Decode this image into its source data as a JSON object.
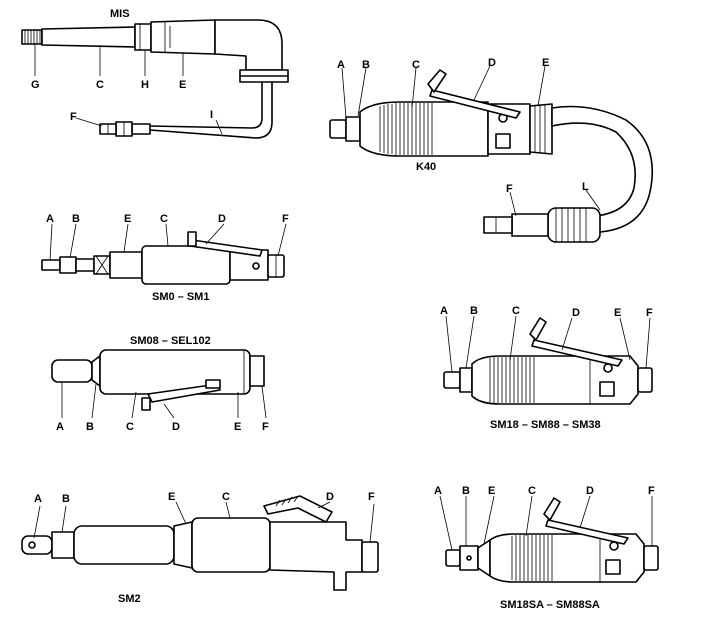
{
  "tools": {
    "mis": {
      "caption": "MIS",
      "labels": {
        "G": "G",
        "C": "C",
        "H": "H",
        "E": "E",
        "F": "F",
        "I": "I"
      }
    },
    "k40": {
      "caption": "K40",
      "labels": {
        "A": "A",
        "B": "B",
        "C": "C",
        "D": "D",
        "E": "E",
        "F": "F",
        "L": "L"
      }
    },
    "sm0": {
      "caption": "SM0  –  SM1",
      "labels": {
        "A": "A",
        "B": "B",
        "E": "E",
        "C": "C",
        "D": "D",
        "F": "F"
      }
    },
    "sm08": {
      "caption": "SM08  –  SEL102",
      "labels": {
        "A": "A",
        "B": "B",
        "C": "C",
        "D": "D",
        "E": "E",
        "F": "F"
      }
    },
    "sm18": {
      "caption": "SM18  –  SM88  –  SM38",
      "labels": {
        "A": "A",
        "B": "B",
        "C": "C",
        "D": "D",
        "E": "E",
        "F": "F"
      }
    },
    "sm2": {
      "caption": "SM2",
      "labels": {
        "A": "A",
        "B": "B",
        "E": "E",
        "C": "C",
        "D": "D",
        "F": "F"
      }
    },
    "sm18sa": {
      "caption": "SM18SA  –  SM88SA",
      "labels": {
        "A": "A",
        "B": "B",
        "E": "E",
        "C": "C",
        "D": "D",
        "F": "F"
      }
    }
  }
}
